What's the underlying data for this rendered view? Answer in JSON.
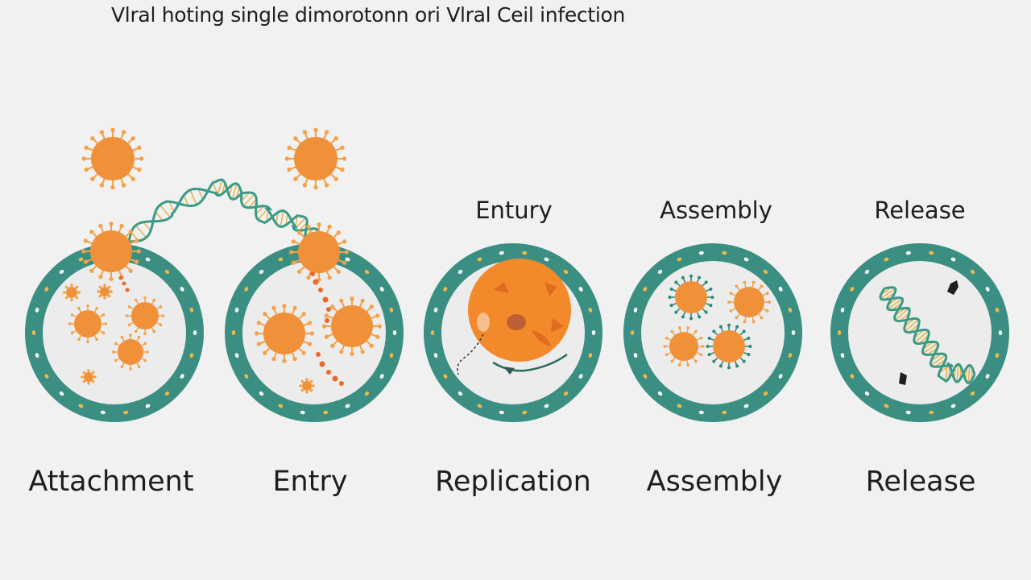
{
  "title": "Vlral hoting single dimorotonn ori Vlral Ceil infection",
  "stages": [
    {
      "label": "Attachment",
      "top_label": ""
    },
    {
      "label": "Entry",
      "top_label": ""
    },
    {
      "label": "Replication",
      "top_label": "Entury"
    },
    {
      "label": "Assembly",
      "top_label": "Assembly"
    },
    {
      "label": "Release",
      "top_label": "Release"
    }
  ],
  "colors": {
    "membrane": "#3a8f82",
    "virus": "#f0913a",
    "spike": "#f4a24a",
    "cell_interior": "#ececec",
    "dna": "#3a9a88",
    "background": "#f1f1f1"
  }
}
